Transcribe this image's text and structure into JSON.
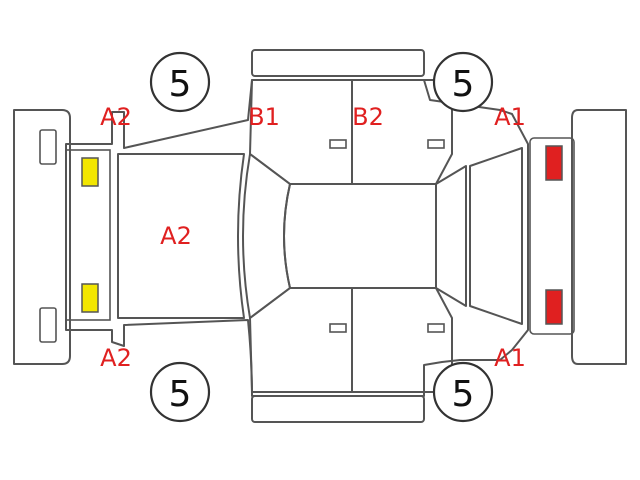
{
  "colors": {
    "line": "#555555",
    "code_text": "#e02020",
    "front_light": "#f2e600",
    "rear_light": "#e02020"
  },
  "wheels": {
    "front_left": "5",
    "front_right": "5",
    "rear_left": "5",
    "rear_right": "5"
  },
  "damage_codes": {
    "front_left_fender": "A2",
    "front_right_fender": "A2",
    "hood": "A2",
    "left_front_door": "B1",
    "left_rear_door": "B2",
    "left_rear_quarter": "A1",
    "right_rear_quarter": "A1"
  }
}
